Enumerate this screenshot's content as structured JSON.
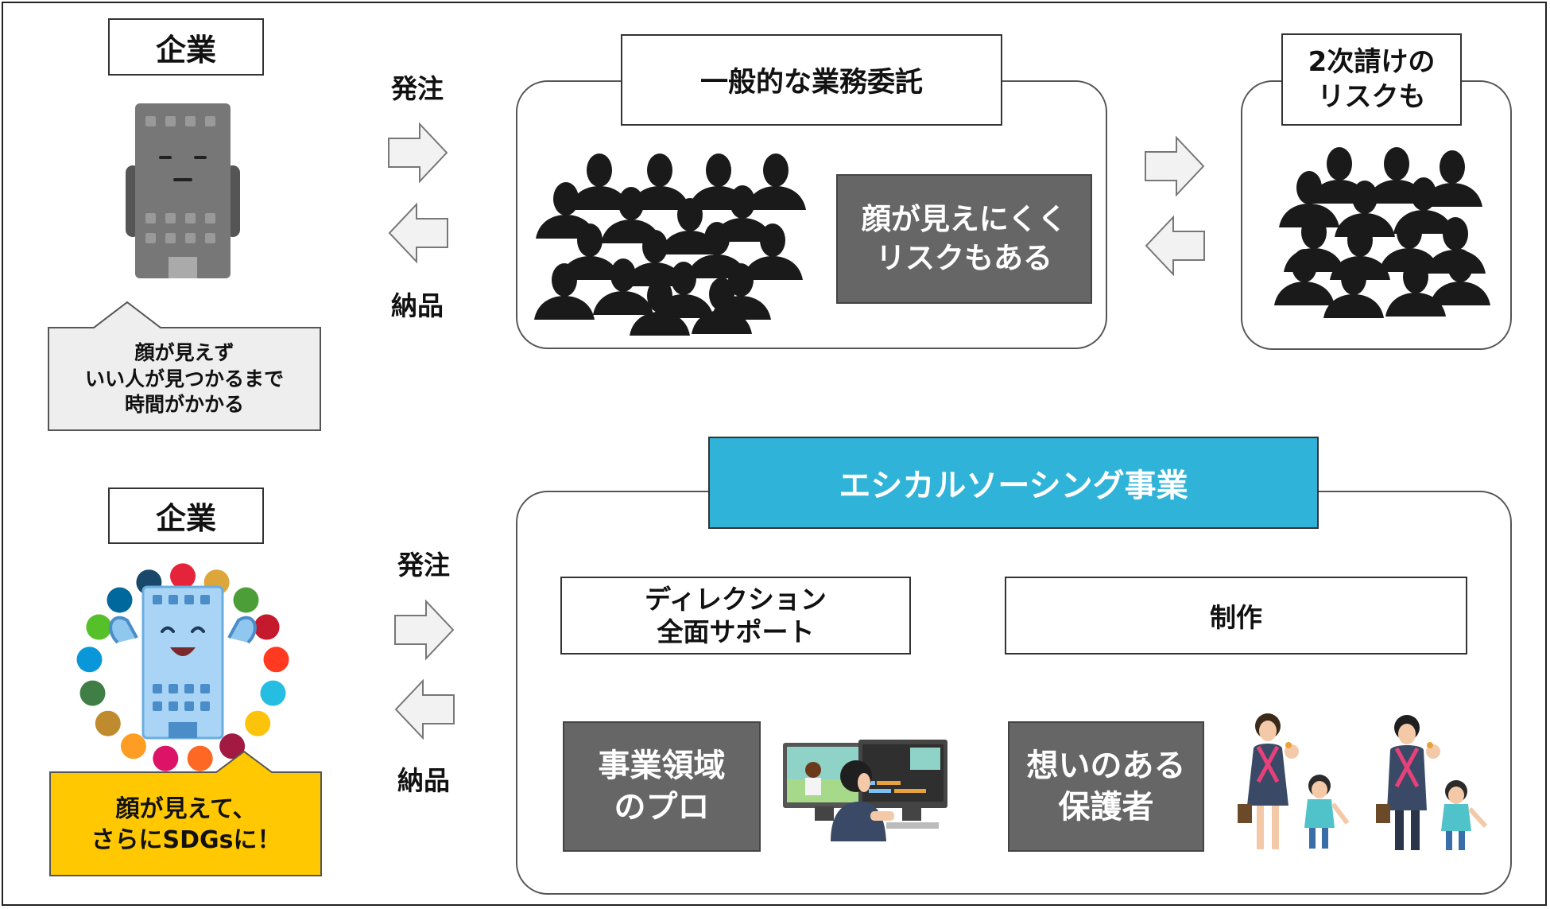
{
  "top": {
    "company_label": "企業",
    "bubble_text": "顔が見えず\nいい人が見つかるまで\n時間がかかる",
    "order_label": "発注",
    "delivery_label": "納品",
    "outsourcing_title": "一般的な業務委託",
    "risk_box": "顔が見えにくく\nリスクもある",
    "subcontract_title": "2次請けの\nリスクも"
  },
  "bottom": {
    "company_label": "企業",
    "bubble_text": "顔が見えて、\nさらにSDGsに！",
    "order_label": "発注",
    "delivery_label": "納品",
    "business_title": "エシカルソーシング事業",
    "direction_label": "ディレクション\n全面サポート",
    "production_label": "制作",
    "pro_box": "事業領域\nのプロ",
    "guardian_box": "想いのある\n保護者"
  },
  "colors": {
    "accent_blue": "#2fb3d8",
    "bubble_yellow": "#ffc800",
    "bubble_gray": "#eeeeee",
    "dark_box": "#666666",
    "silhouette": "#1a1a1a"
  },
  "sdg_colors": [
    "#e5243b",
    "#dda63a",
    "#4c9f38",
    "#c5192d",
    "#ff3a21",
    "#26bde2",
    "#fcc30b",
    "#a21942",
    "#fd6925",
    "#dd1367",
    "#fd9d24",
    "#bf8b2e",
    "#3f7e44",
    "#0a97d9",
    "#56c02b",
    "#00689d",
    "#19486a"
  ]
}
